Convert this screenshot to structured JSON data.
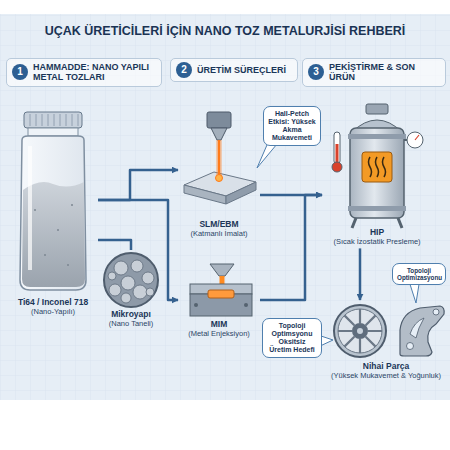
{
  "diagram": {
    "title": "UÇAK ÜRETİCİLERİ İÇİN NANO TOZ METALURJİSİ REHBERİ",
    "nodes": [
      {
        "text": [
          "1",
          "HAMMADDE: NANO YAPILI METAL TOZLARI"
        ]
      },
      {
        "text": [
          "2",
          "ÜRETİM SÜREÇLERİ"
        ]
      },
      {
        "text": [
          "3",
          "PEKİŞTİRME & SON ÜRÜN"
        ]
      },
      {
        "text": [
          "Ti64 / Inconel 718",
          "(Nano-Yapılı)"
        ]
      },
      {
        "text": [
          "Mikroyapı",
          "(Nano Taneli)"
        ]
      },
      {
        "text": [
          "SLM/EBM",
          "(Katmanlı İmalat)"
        ]
      },
      {
        "text": [
          "MIM",
          "(Metal Enjeksiyon)"
        ]
      },
      {
        "text": [
          "Hall-Petch Etkisi: Yüksek Akma Mukavemeti"
        ]
      },
      {
        "text": [
          "HIP",
          "(Sıcak İzostatik Presleme)"
        ]
      },
      {
        "text": [
          "Nihai Parça",
          "(Yüksek Mukavemet & Yoğunluk)"
        ]
      },
      {
        "text": [
          "Topoloji Optimizasyonu"
        ]
      },
      {
        "text": [
          "Topoloji Optimsyonu Oksitsiz Üretim Hedefi"
        ]
      }
    ],
    "edges": [
      {
        "from": 3,
        "to": 4,
        "arrow": "none"
      },
      {
        "from": 3,
        "to": 5,
        "arrow": "to"
      },
      {
        "from": 3,
        "to": 6,
        "arrow": "to"
      },
      {
        "from": 5,
        "to": 8,
        "arrow": "to"
      },
      {
        "from": 6,
        "to": 8,
        "arrow": "to"
      },
      {
        "from": 8,
        "to": 9,
        "arrow": "to"
      }
    ]
  }
}
